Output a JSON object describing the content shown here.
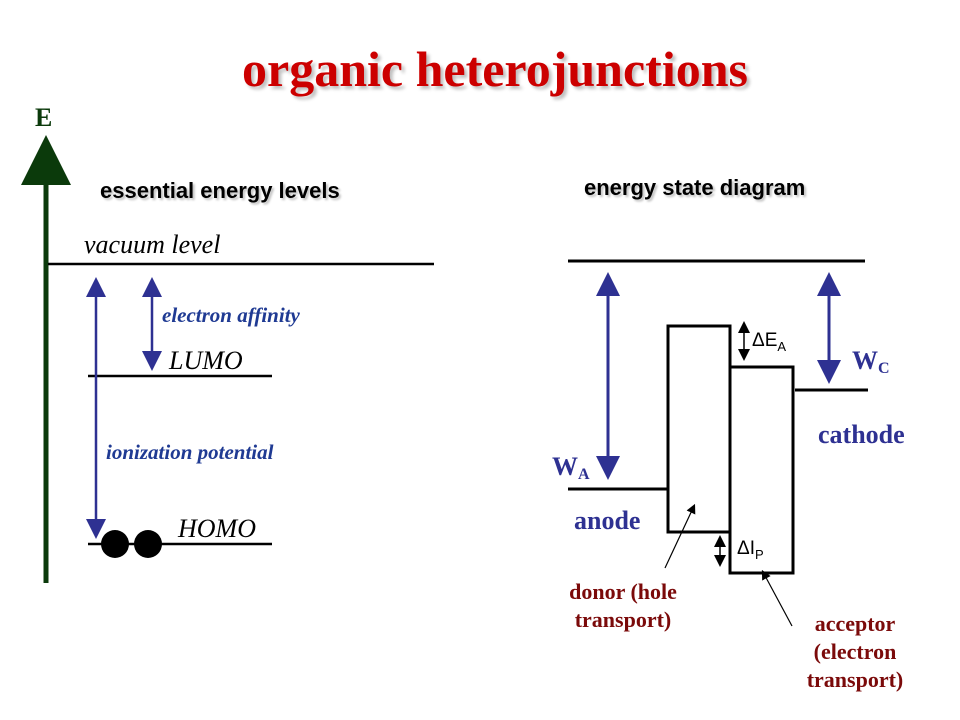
{
  "title": "organic heterojunctions",
  "axis": {
    "label": "E"
  },
  "left_panel": {
    "heading": "essential energy levels",
    "levels": {
      "vacuum": "vacuum level",
      "lumo": "LUMO",
      "homo": "HOMO"
    },
    "arrows": {
      "electron_affinity": "electron affinity",
      "ionization_potential": "ionization potential"
    },
    "electrons_on_homo": 2
  },
  "right_panel": {
    "heading": "energy state diagram",
    "work_function_anode": {
      "base": "W",
      "sub": "A"
    },
    "work_function_cathode": {
      "base": "W",
      "sub": "C"
    },
    "delta_ea": {
      "base": "ΔE",
      "sub": "A"
    },
    "delta_ip": {
      "base": "ΔI",
      "sub": "P"
    },
    "anode_label": "anode",
    "cathode_label": "cathode",
    "donor_label_line1": "donor (hole",
    "donor_label_line2": "transport)",
    "acceptor_label_line1": "acceptor",
    "acceptor_label_line2": "(electron",
    "acceptor_label_line3": "transport)"
  },
  "colors": {
    "title": "#cc0000",
    "axis": "#0b3a0b",
    "arrows": "#2e3192",
    "annotation_red": "#7b0a0a"
  }
}
